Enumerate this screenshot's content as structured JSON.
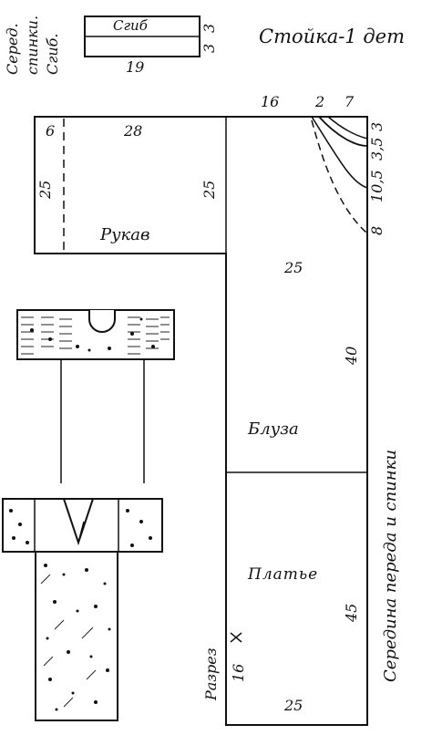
{
  "title": "Стойка-1 дет",
  "side_labels": {
    "middle_back": "Серед.",
    "back": "спинки.",
    "fold": "Сгиб."
  },
  "collar_piece": {
    "fold_label": "Сгиб",
    "width": "19",
    "height_top": "3",
    "height_bottom": "3"
  },
  "top_dimensions": {
    "a": "16",
    "b": "2",
    "c": "7"
  },
  "right_dimensions": {
    "a": "3",
    "b": "3,5",
    "c": "10,5",
    "d": "8"
  },
  "sleeve": {
    "label": "Рукав",
    "left_width": "6",
    "width": "28",
    "height_left": "25",
    "height_mid": "25"
  },
  "blouse": {
    "label": "Блуза",
    "width": "25",
    "height": "40"
  },
  "dress": {
    "label": "Платье",
    "height": "45",
    "bottom_width": "25",
    "slit_label": "Разрез",
    "slit_length": "16"
  },
  "center_line_label": "Середина переда и спинки"
}
